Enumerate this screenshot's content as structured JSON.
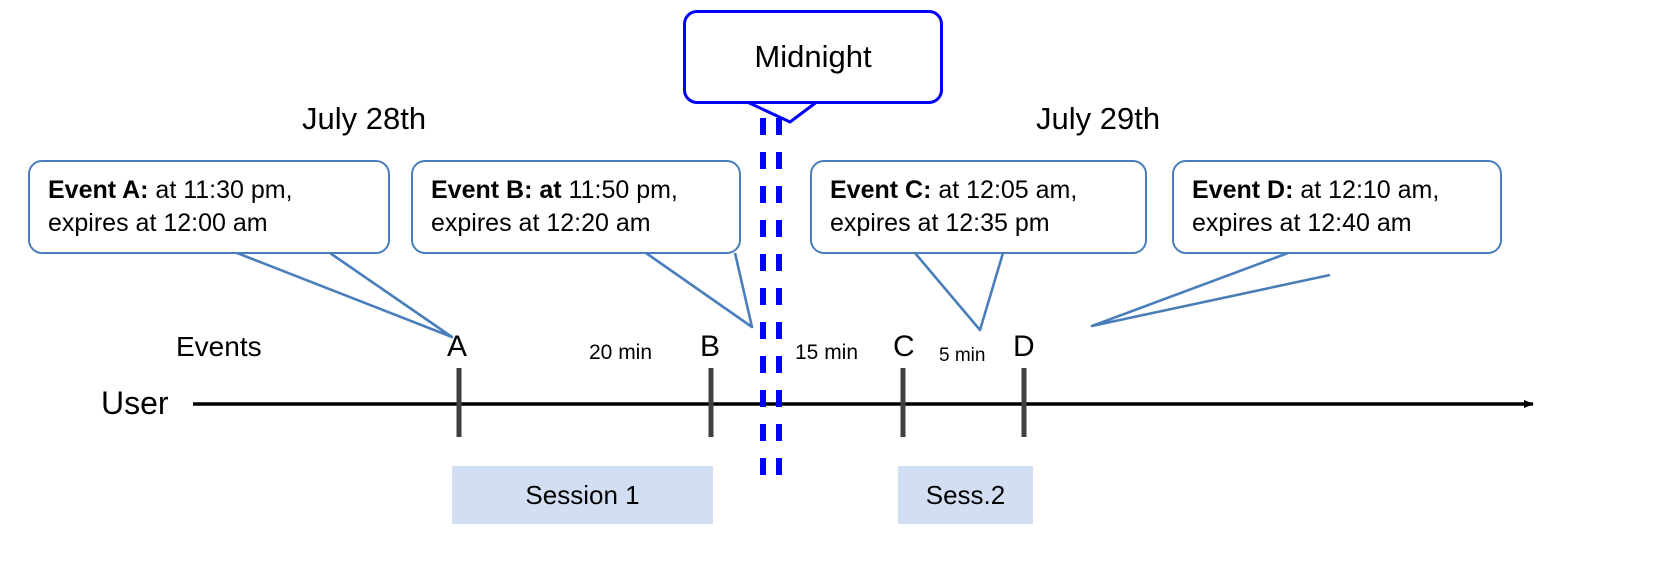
{
  "diagram": {
    "title_hidden": "Session boundary at midnight timeline",
    "colors": {
      "callout_border": "#4a7ebb",
      "midnight_border": "#0000ff",
      "session_fill": "#d2dff3",
      "tick": "#404040",
      "axis": "#000000"
    }
  },
  "midnight": {
    "label": "Midnight"
  },
  "dates": {
    "left": "July 28th",
    "right": "July 29th"
  },
  "rows": {
    "events_label": "Events",
    "user_label": "User"
  },
  "callouts": [
    {
      "name": "event-a",
      "title": "Event A:",
      "title_bold_extra": "",
      "line1": " at 11:30 pm,",
      "line2": "expires at 12:00 am"
    },
    {
      "name": "event-b",
      "title": "Event B:",
      "title_bold_extra": " at",
      "line1": " 11:50 pm,",
      "line2": "expires at 12:20 am"
    },
    {
      "name": "event-c",
      "title": "Event C:",
      "title_bold_extra": "",
      "line1": " at 12:05 am,",
      "line2": "expires at 12:35 pm"
    },
    {
      "name": "event-d",
      "title": "Event D:",
      "title_bold_extra": "",
      "line1": "  at 12:10 am,",
      "line2": "expires at 12:40 am"
    }
  ],
  "ticks": [
    {
      "name": "tick-a",
      "label": "A"
    },
    {
      "name": "tick-b",
      "label": "B"
    },
    {
      "name": "tick-c",
      "label": "C"
    },
    {
      "name": "tick-d",
      "label": "D"
    }
  ],
  "durations": [
    {
      "name": "duration-a-b",
      "label": "20 min"
    },
    {
      "name": "duration-b-c",
      "label": "15 min"
    },
    {
      "name": "duration-c-d",
      "label": "5 min"
    }
  ],
  "sessions": [
    {
      "name": "session-1",
      "label": "Session 1"
    },
    {
      "name": "session-2",
      "label": "Sess.2"
    }
  ]
}
